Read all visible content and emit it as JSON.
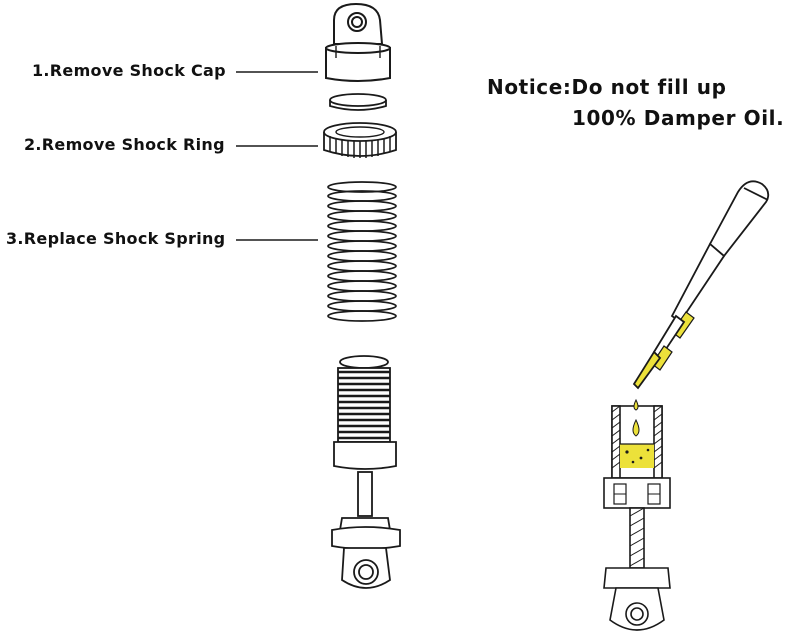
{
  "steps": [
    {
      "label": "1.Remove Shock Cap"
    },
    {
      "label": "2.Remove Shock Ring"
    },
    {
      "label": "3.Replace Shock Spring"
    }
  ],
  "notice": {
    "line1": "Notice:Do not fill up",
    "line2": "100%  Damper Oil."
  },
  "colors": {
    "ink": "#1a1a1a",
    "oil": "#ece13a",
    "paper": "#ffffff"
  },
  "icons": [
    "shock-cap-icon",
    "shock-washer-icon",
    "shock-ring-icon",
    "shock-spring-icon",
    "shock-body-icon",
    "oil-dropper-icon",
    "shock-cutaway-icon"
  ]
}
